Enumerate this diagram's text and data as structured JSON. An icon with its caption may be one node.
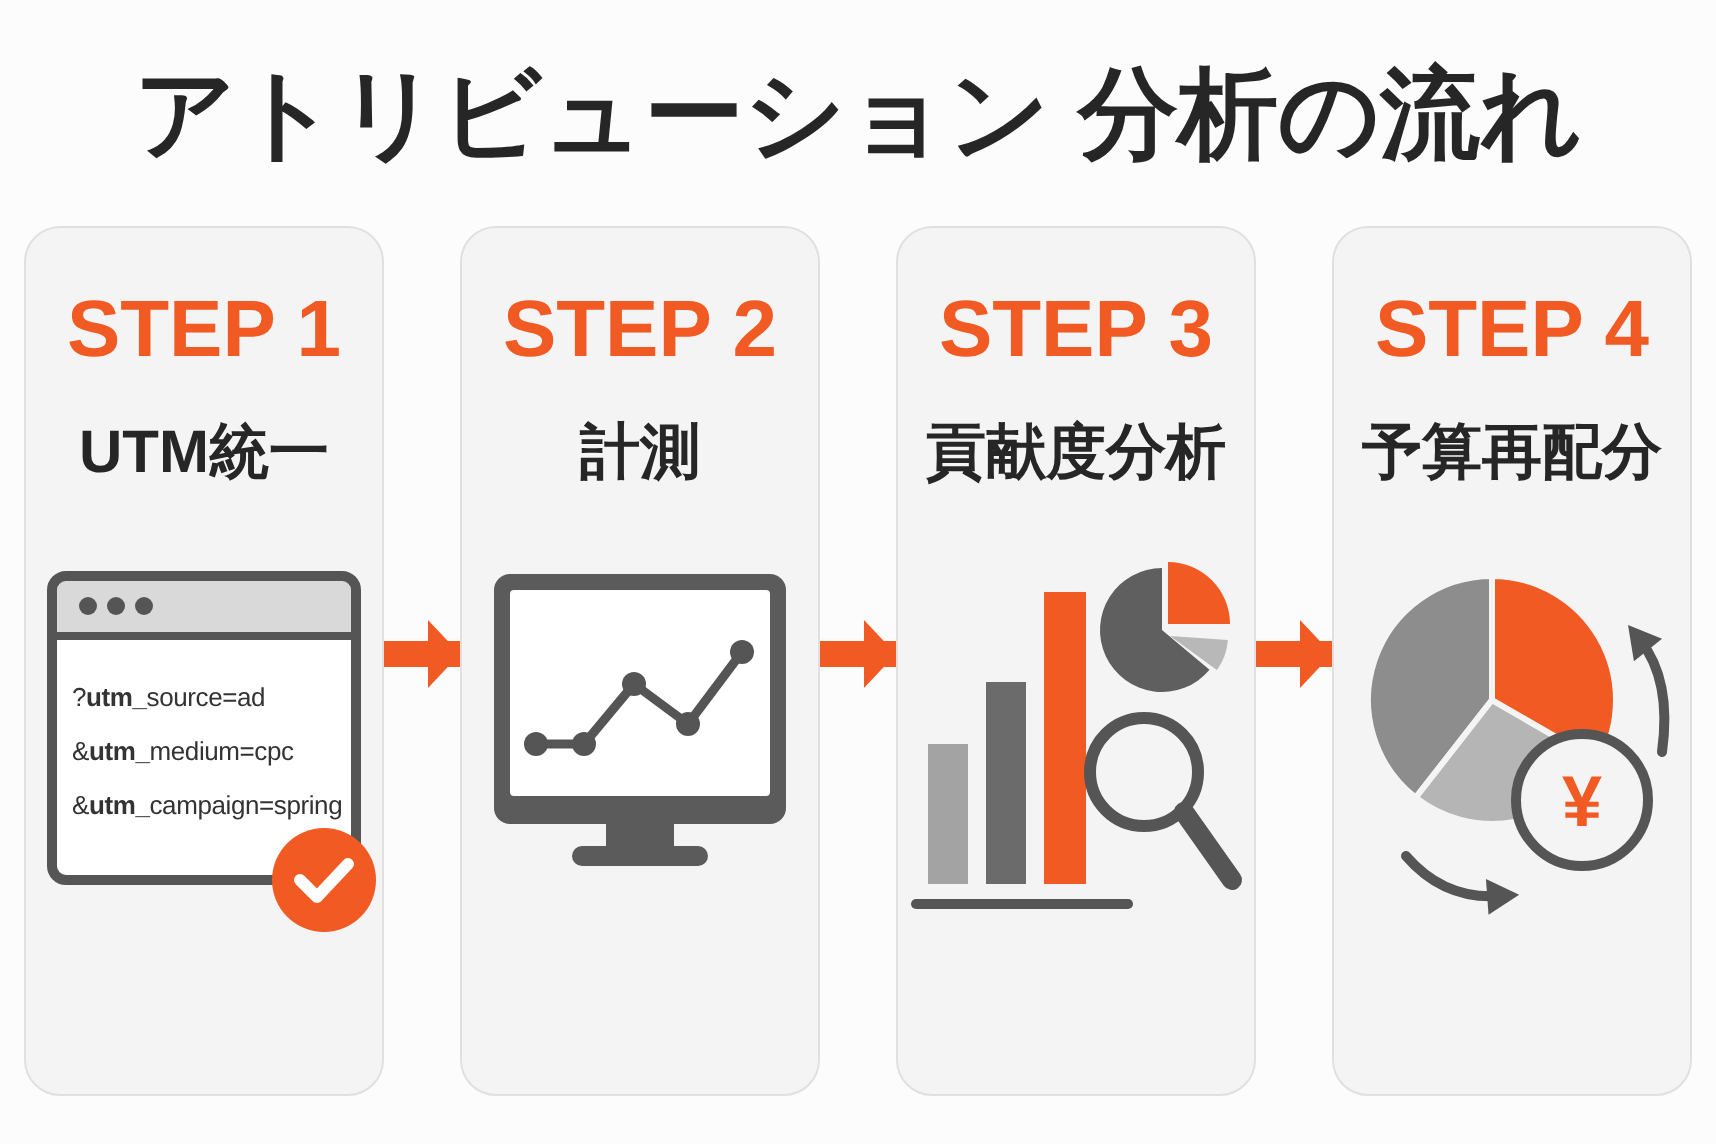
{
  "diagram": {
    "title": "アトリビューション 分析の流れ",
    "nodes": [
      {
        "text": [
          "STEP 1",
          "UTM統一"
        ]
      },
      {
        "text": [
          "STEP 2",
          "計測"
        ]
      },
      {
        "text": [
          "STEP 3",
          "貢献度分析"
        ]
      },
      {
        "text": [
          "STEP 4",
          "予算再配分"
        ]
      }
    ],
    "edges": [
      {
        "from": 0,
        "to": 1,
        "arrow": "to"
      },
      {
        "from": 1,
        "to": 2,
        "arrow": "to"
      },
      {
        "from": 2,
        "to": 3,
        "arrow": "to"
      }
    ],
    "labels": [
      "?**utm_**source=ad",
      "&**utm_**medium=cpc",
      "&**utm_**campaign=spring",
      "¥"
    ]
  }
}
